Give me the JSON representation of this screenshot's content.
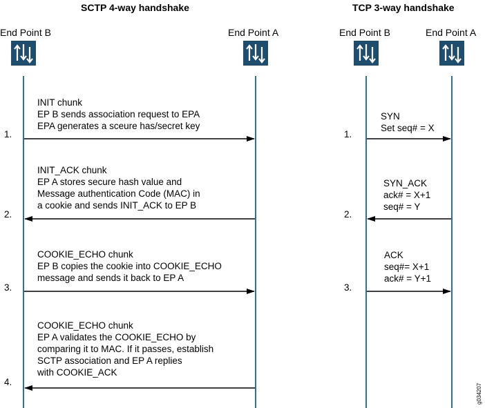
{
  "sctp": {
    "title": "SCTP 4-way handshake",
    "endpoint_b": "End Point B",
    "endpoint_a": "End Point A",
    "steps": [
      {
        "number": "1.",
        "text": "INIT chunk\nEP B sends association request to EPA\nEPA generates a sceure has/secret key"
      },
      {
        "number": "2.",
        "text": "INIT_ACK chunk\nEP A stores secure hash value and\nMessage authentication Code (MAC) in\na cookie and sends INIT_ACK to EP B"
      },
      {
        "number": "3.",
        "text": "COOKIE_ECHO chunk\nEP B copies the cookie into COOKIE_ECHO\nmessage and sends it back to EP A"
      },
      {
        "number": "4.",
        "text": "COOKIE_ECHO chunk\nEP A validates the COOKIE_ECHO by\ncomparing it to MAC. If it passes, establish\nSCTP association and EP A replies\nwith COOKIE_ACK"
      }
    ]
  },
  "tcp": {
    "title": "TCP 3-way handshake",
    "endpoint_b": "End Point B",
    "endpoint_a": "End Point A",
    "steps": [
      {
        "number": "1.",
        "text": "SYN\nSet seq# = X"
      },
      {
        "number": "2.",
        "text": "SYN_ACK\nack# = X+1\nseq# = Y"
      },
      {
        "number": "3.",
        "text": "ACK\nseq#= X+1\nack# = Y+1"
      }
    ]
  },
  "figure_id": "g034207",
  "colors": {
    "icon_bg": "#1e4d6e",
    "line": "#2a6fa8",
    "arrow": "#000000"
  },
  "icon_name": "bidirectional-arrows-icon"
}
